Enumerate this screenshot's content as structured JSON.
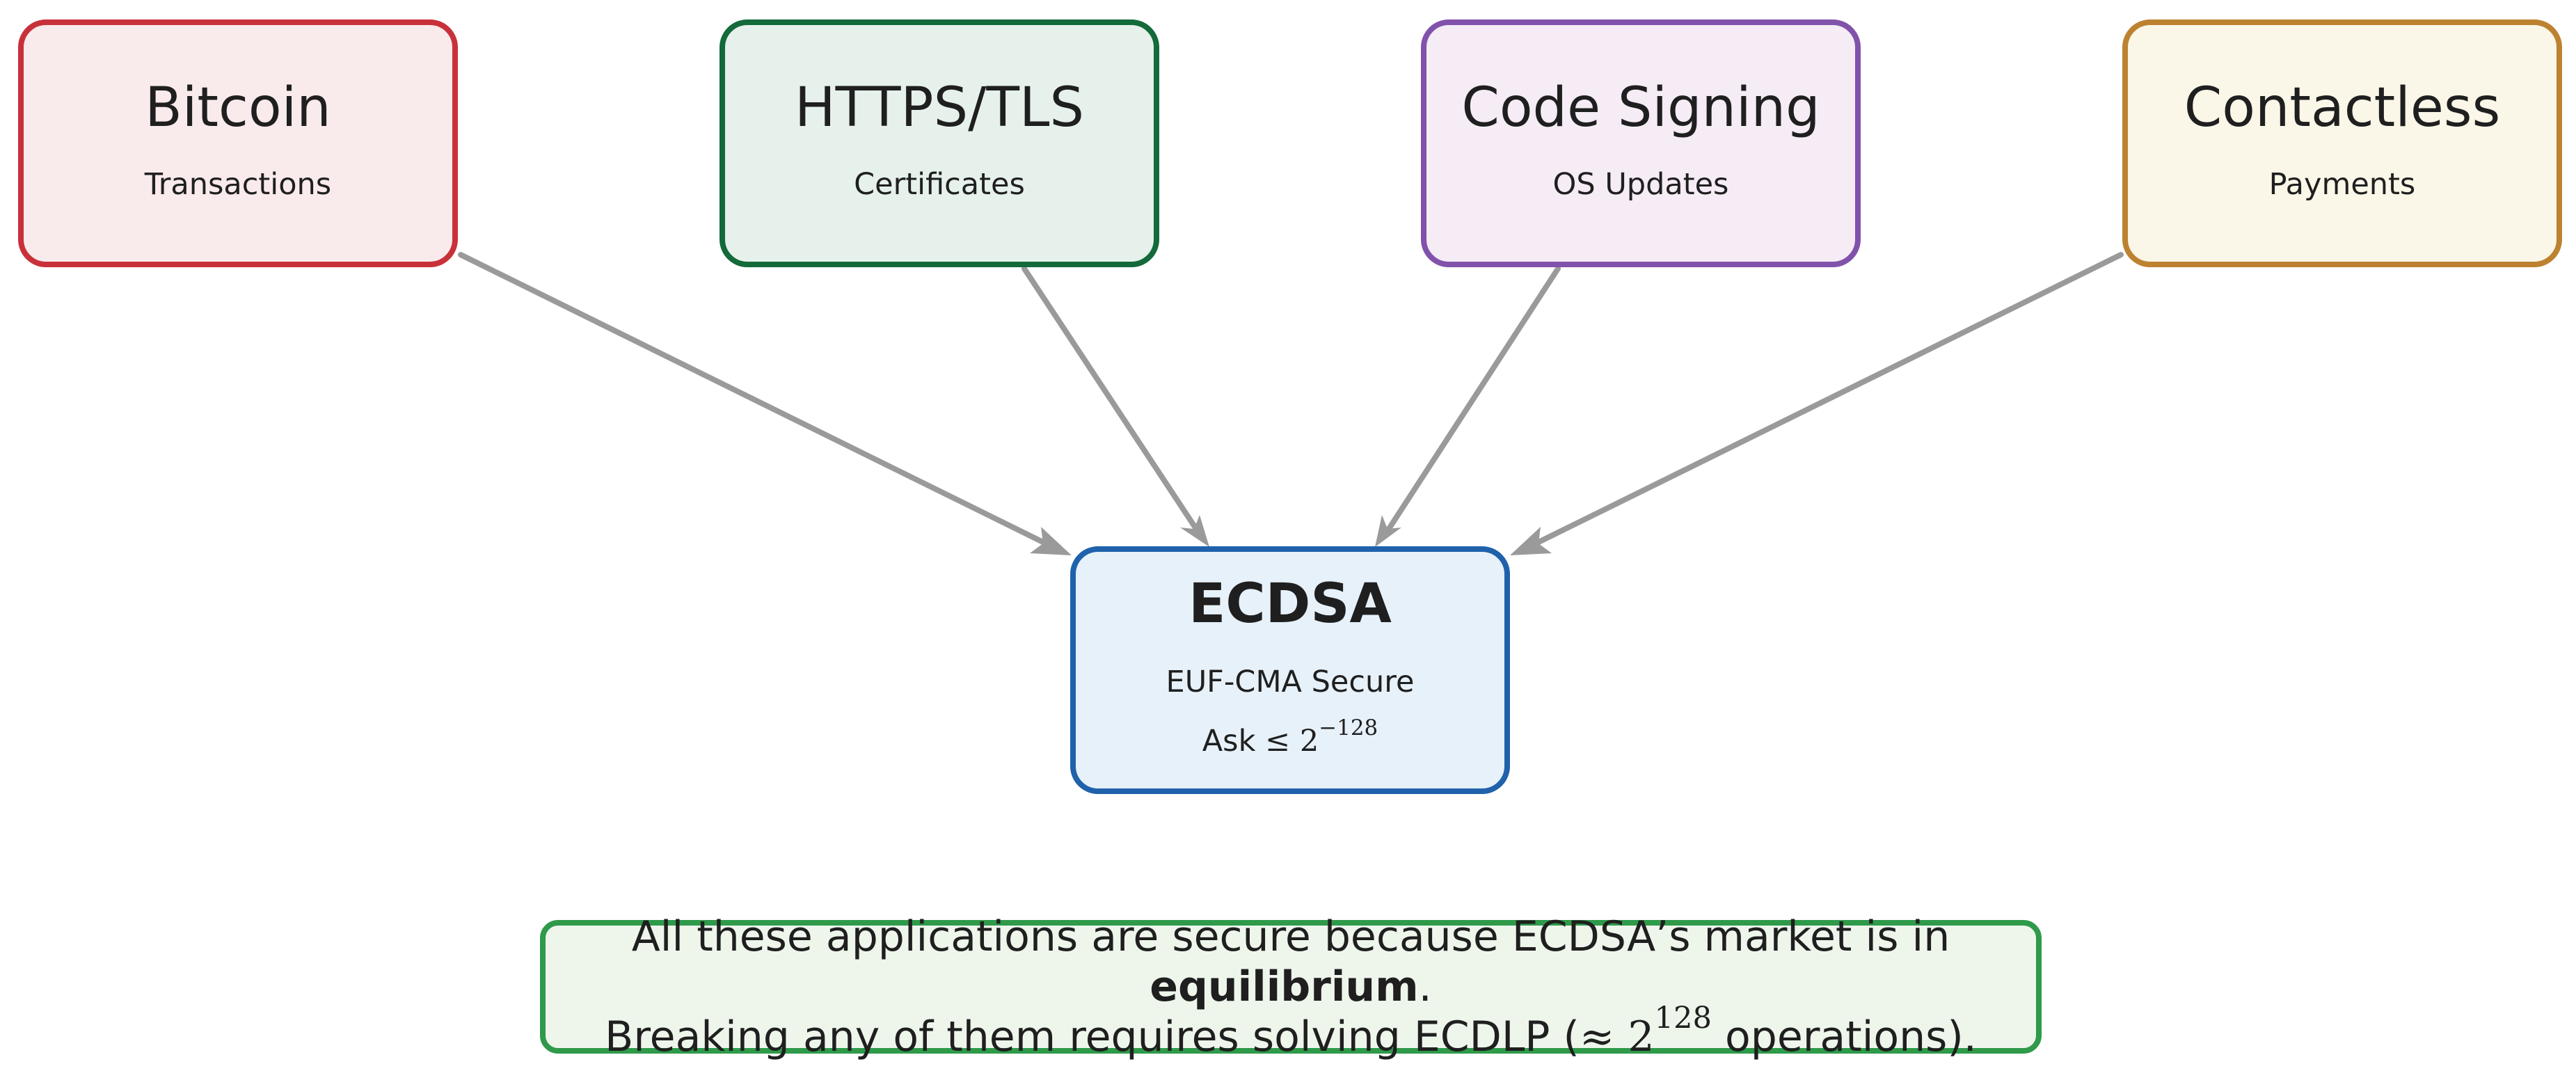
{
  "applications": [
    {
      "title": "Bitcoin",
      "subtitle": "Transactions",
      "border_color": "#c8313a",
      "fill_color": "#f9eaec"
    },
    {
      "title": "HTTPS/TLS",
      "subtitle": "Certificates",
      "border_color": "#136a3a",
      "fill_color": "#e6f1ec"
    },
    {
      "title": "Code Signing",
      "subtitle": "OS Updates",
      "border_color": "#8152ab",
      "fill_color": "#f5ecf5"
    },
    {
      "title": "Contactless",
      "subtitle": "Payments",
      "border_color": "#bd8230",
      "fill_color": "#faf6e8"
    }
  ],
  "ecdsa": {
    "title": "ECDSA",
    "subtitle": "EUF-CMA Secure",
    "bound_prefix": "Ask",
    "bound_relation": "≤",
    "bound_base": "2",
    "bound_exponent": "−128",
    "border_color": "#1f62ab",
    "fill_color": "#e7f1f9"
  },
  "summary": {
    "line1_before": "All these applications are secure because ECDSA’s market is in ",
    "line1_bold": "equilibrium",
    "line1_after": ".",
    "line2_before": "Breaking any of them requires solving ECDLP (",
    "line2_approx": "≈",
    "line2_base": "2",
    "line2_exponent": "128",
    "line2_after": " operations).",
    "border_color": "#2f9a4a"
  },
  "arrow_color": "#9a9a9a"
}
